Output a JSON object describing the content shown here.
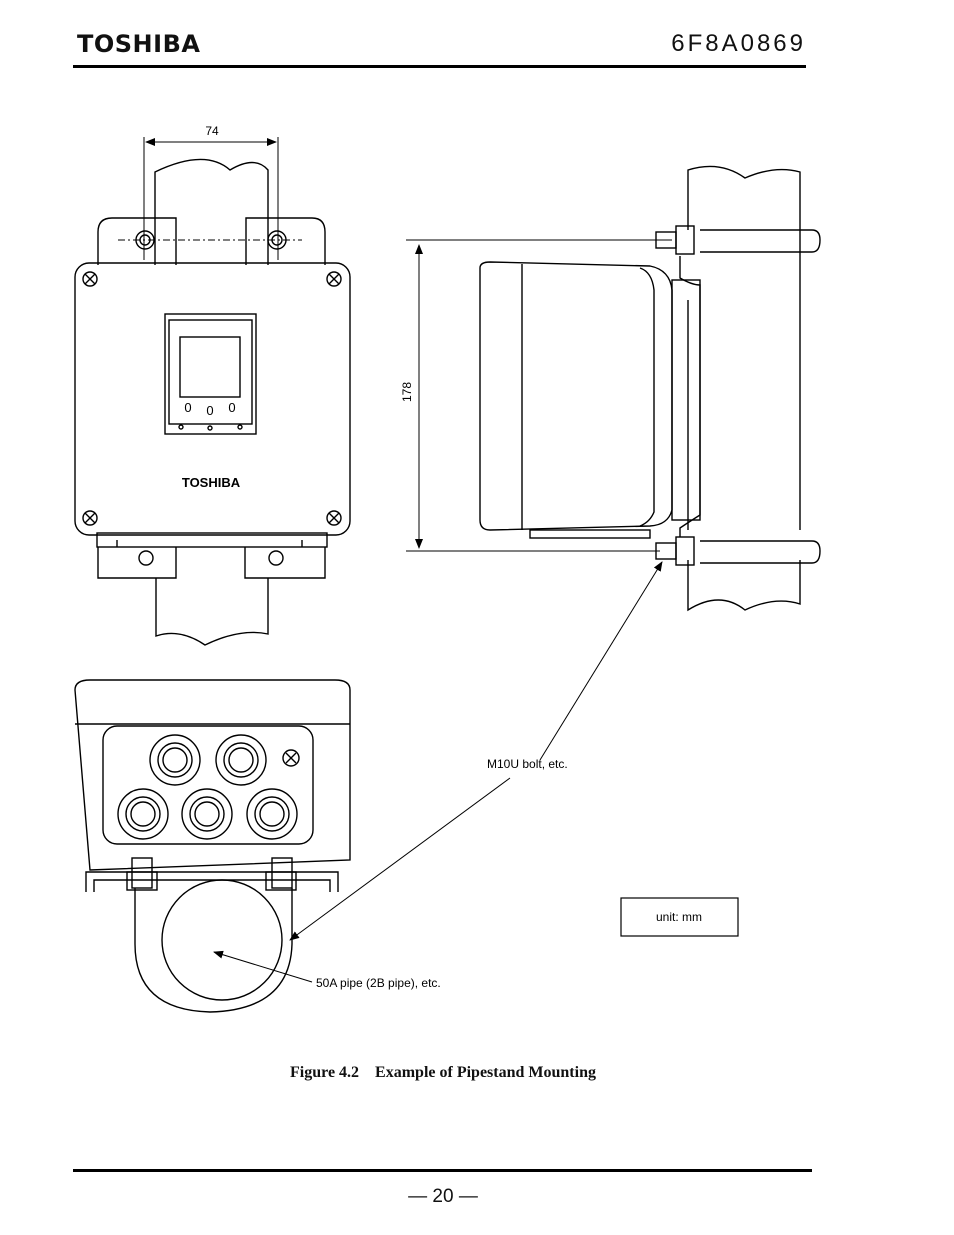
{
  "header": {
    "brand": "TOSHIBA",
    "doc_number": "6F8A0869"
  },
  "drawing": {
    "dim_width": "74",
    "dim_height": "178",
    "front_logo": "TOSHIBA",
    "bolt_label": "M10U bolt, etc.",
    "pipe_label": "50A pipe (2B pipe), etc.",
    "unit_label": "unit: mm"
  },
  "caption": {
    "figure_no": "Figure 4.2",
    "title": "Example of Pipestand Mounting"
  },
  "footer": {
    "page": "— 20 —"
  }
}
